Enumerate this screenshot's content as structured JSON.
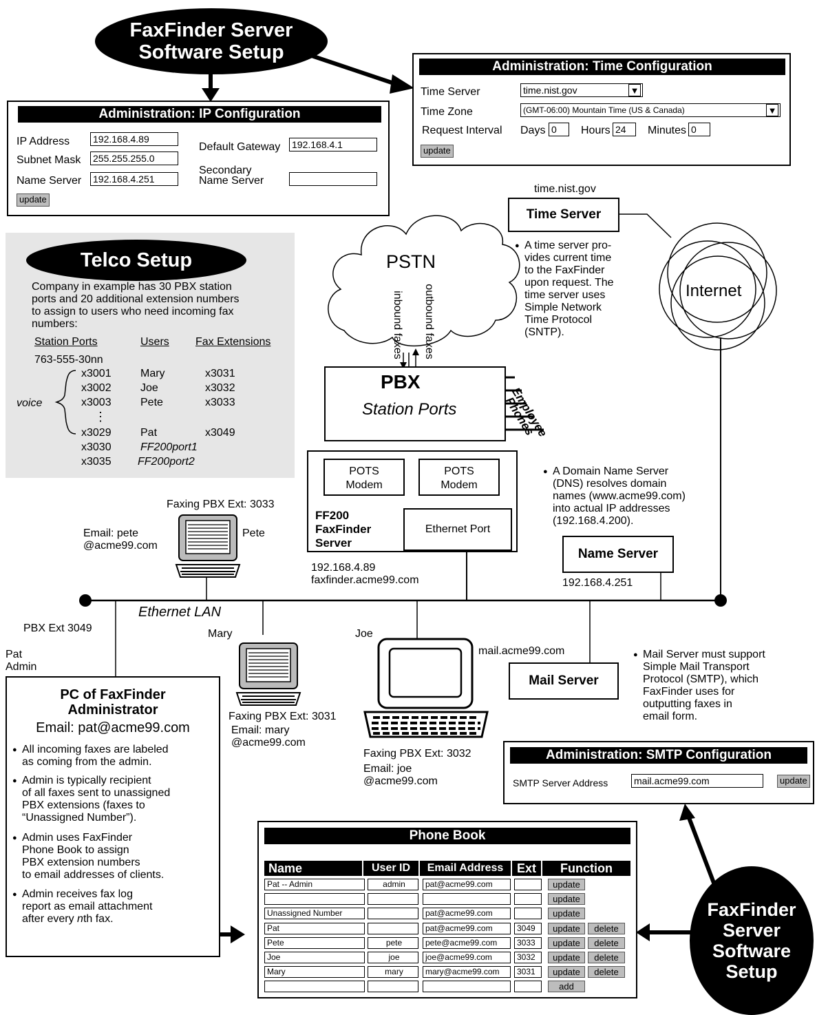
{
  "top_oval": {
    "line1": "FaxFinder Server",
    "line2": "Software Setup"
  },
  "bottom_oval": {
    "line1": "FaxFinder",
    "line2": "Server",
    "line3": "Software",
    "line4": "Setup"
  },
  "ip_config": {
    "title": "Administration: IP Configuration",
    "ip_label": "IP Address",
    "ip_value": "192.168.4.89",
    "mask_label": "Subnet Mask",
    "mask_value": "255.255.255.0",
    "ns_label": "Name Server",
    "ns_value": "192.168.4.251",
    "gw_label": "Default Gateway",
    "gw_value": "192.168.4.1",
    "sns_label1": "Secondary",
    "sns_label2": "Name Server",
    "sns_value": "",
    "update": "update"
  },
  "time_config": {
    "title": "Administration: Time Configuration",
    "server_label": "Time Server",
    "server_value": "time.nist.gov",
    "zone_label": "Time Zone",
    "zone_value": "(GMT-06:00) Mountain Time (US & Canada)",
    "interval_label": "Request Interval",
    "days_label": "Days",
    "days_value": "0",
    "hours_label": "Hours",
    "hours_value": "24",
    "minutes_label": "Minutes",
    "minutes_value": "0",
    "update": "update"
  },
  "telco": {
    "title": "Telco Setup",
    "desc1": "Company in example has 30 PBX station",
    "desc2": "ports and 20 additional extension numbers",
    "desc3": "to assign to users who need incoming fax",
    "desc4": "numbers:",
    "col_ports": "Station Ports",
    "col_users": "Users",
    "col_ext": "Fax Extensions",
    "base": "763-555-30nn",
    "voice": "voice",
    "rows": [
      {
        "port": "x3001",
        "user": "Mary",
        "ext": "x3031"
      },
      {
        "port": "x3002",
        "user": "Joe",
        "ext": "x3032"
      },
      {
        "port": "x3003",
        "user": "Pete",
        "ext": "x3033"
      },
      {
        "port": "x3029",
        "user": "Pat",
        "ext": "x3049"
      },
      {
        "port": "x3030",
        "user": "FF200port1",
        "ext": ""
      },
      {
        "port": "x3035",
        "user": "FF200port2",
        "ext": ""
      }
    ],
    "dots": "⋮"
  },
  "pstn": {
    "label": "PSTN",
    "inbound": "inbound faxes",
    "outbound": "outbound faxes"
  },
  "pbx": {
    "title": "PBX",
    "ports": "Station Ports",
    "employee": "Employee",
    "phones": "Phones"
  },
  "ff200": {
    "modem1a": "POTS",
    "modem1b": "Modem",
    "modem2a": "POTS",
    "modem2b": "Modem",
    "name1": "FF200",
    "name2": "FaxFinder",
    "name3": "Server",
    "eth": "Ethernet Port",
    "ip": "192.168.4.89",
    "host": "faxfinder.acme99.com"
  },
  "time_server": {
    "host": "time.nist.gov",
    "label": "Time Server",
    "note": [
      "A time server pro-",
      "vides current time",
      "to the FaxFinder",
      "upon request. The",
      "time server uses",
      "Simple Network",
      "Time Protocol",
      "(SNTP)."
    ]
  },
  "internet": {
    "label": "Internet"
  },
  "dns": {
    "note": [
      "A Domain Name Server",
      "(DNS) resolves domain",
      "names (www.acme99.com)",
      "into actual IP addresses",
      "(192.168.4.200)."
    ],
    "label": "Name Server",
    "ip": "192.168.4.251"
  },
  "lan": {
    "label": "Ethernet LAN"
  },
  "pete": {
    "faxing": "Faxing PBX Ext: 3033",
    "email1": "Email: pete",
    "email2": "@acme99.com",
    "name": "Pete"
  },
  "mary": {
    "name": "Mary",
    "faxing": "Faxing PBX Ext: 3031",
    "email1": "Email: mary",
    "email2": "@acme99.com"
  },
  "joe": {
    "name": "Joe",
    "faxing": "Faxing PBX Ext: 3032",
    "email1": "Email: joe",
    "email2": "@acme99.com"
  },
  "pat": {
    "ext": "PBX Ext 3049",
    "name1": "Pat",
    "name2": "Admin"
  },
  "mail": {
    "host": "mail.acme99.com",
    "label": "Mail Server",
    "note": [
      "Mail Server must support",
      "Simple Mail Transport",
      "Protocol (SMTP), which",
      "FaxFinder uses for",
      "outputting faxes in",
      "email form."
    ]
  },
  "admin_pc": {
    "title1": "PC of FaxFinder",
    "title2": "Administrator",
    "email": "Email: pat@acme99.com",
    "b1": [
      "All incoming faxes are labeled",
      "as coming from the admin."
    ],
    "b2": [
      "Admin is typically recipient",
      "of all faxes sent to unassigned",
      "PBX extensions (faxes to",
      "“Unassigned Number”)."
    ],
    "b3": [
      "Admin uses FaxFinder",
      "Phone Book to assign",
      "PBX extension numbers",
      "to email addresses of clients."
    ],
    "b4a": "Admin receives fax log",
    "b4b": "report as email attachment",
    "b4c": "after every ",
    "b4n": "n",
    "b4d": "th fax."
  },
  "smtp": {
    "title": "Administration: SMTP Configuration",
    "label": "SMTP Server  Address",
    "value": "mail.acme99.com",
    "update": "update"
  },
  "phonebook": {
    "title": "Phone Book",
    "headers": {
      "name": "Name",
      "userid": "User ID",
      "email": "Email Address",
      "ext": "Ext",
      "func": "Function"
    },
    "rows": [
      {
        "name": "Pat -- Admin",
        "uid": "admin",
        "email": "pat@acme99.com",
        "ext": "",
        "update": "update",
        "delete": ""
      },
      {
        "name": "",
        "uid": "",
        "email": "",
        "ext": "",
        "update": "update",
        "delete": ""
      },
      {
        "name": "Unassigned Number",
        "uid": "",
        "email": "pat@acme99.com",
        "ext": "",
        "update": "update",
        "delete": ""
      },
      {
        "name": "Pat",
        "uid": "",
        "email": "pat@acme99.com",
        "ext": "3049",
        "update": "update",
        "delete": "delete"
      },
      {
        "name": "Pete",
        "uid": "pete",
        "email": "pete@acme99.com",
        "ext": "3033",
        "update": "update",
        "delete": "delete"
      },
      {
        "name": "Joe",
        "uid": "joe",
        "email": "joe@acme99.com",
        "ext": "3032",
        "update": "update",
        "delete": "delete"
      },
      {
        "name": "Mary",
        "uid": "mary",
        "email": "mary@acme99.com",
        "ext": "3031",
        "update": "update",
        "delete": "delete"
      },
      {
        "name": "",
        "uid": "",
        "email": "",
        "ext": "",
        "update": "add",
        "delete": ""
      }
    ]
  }
}
